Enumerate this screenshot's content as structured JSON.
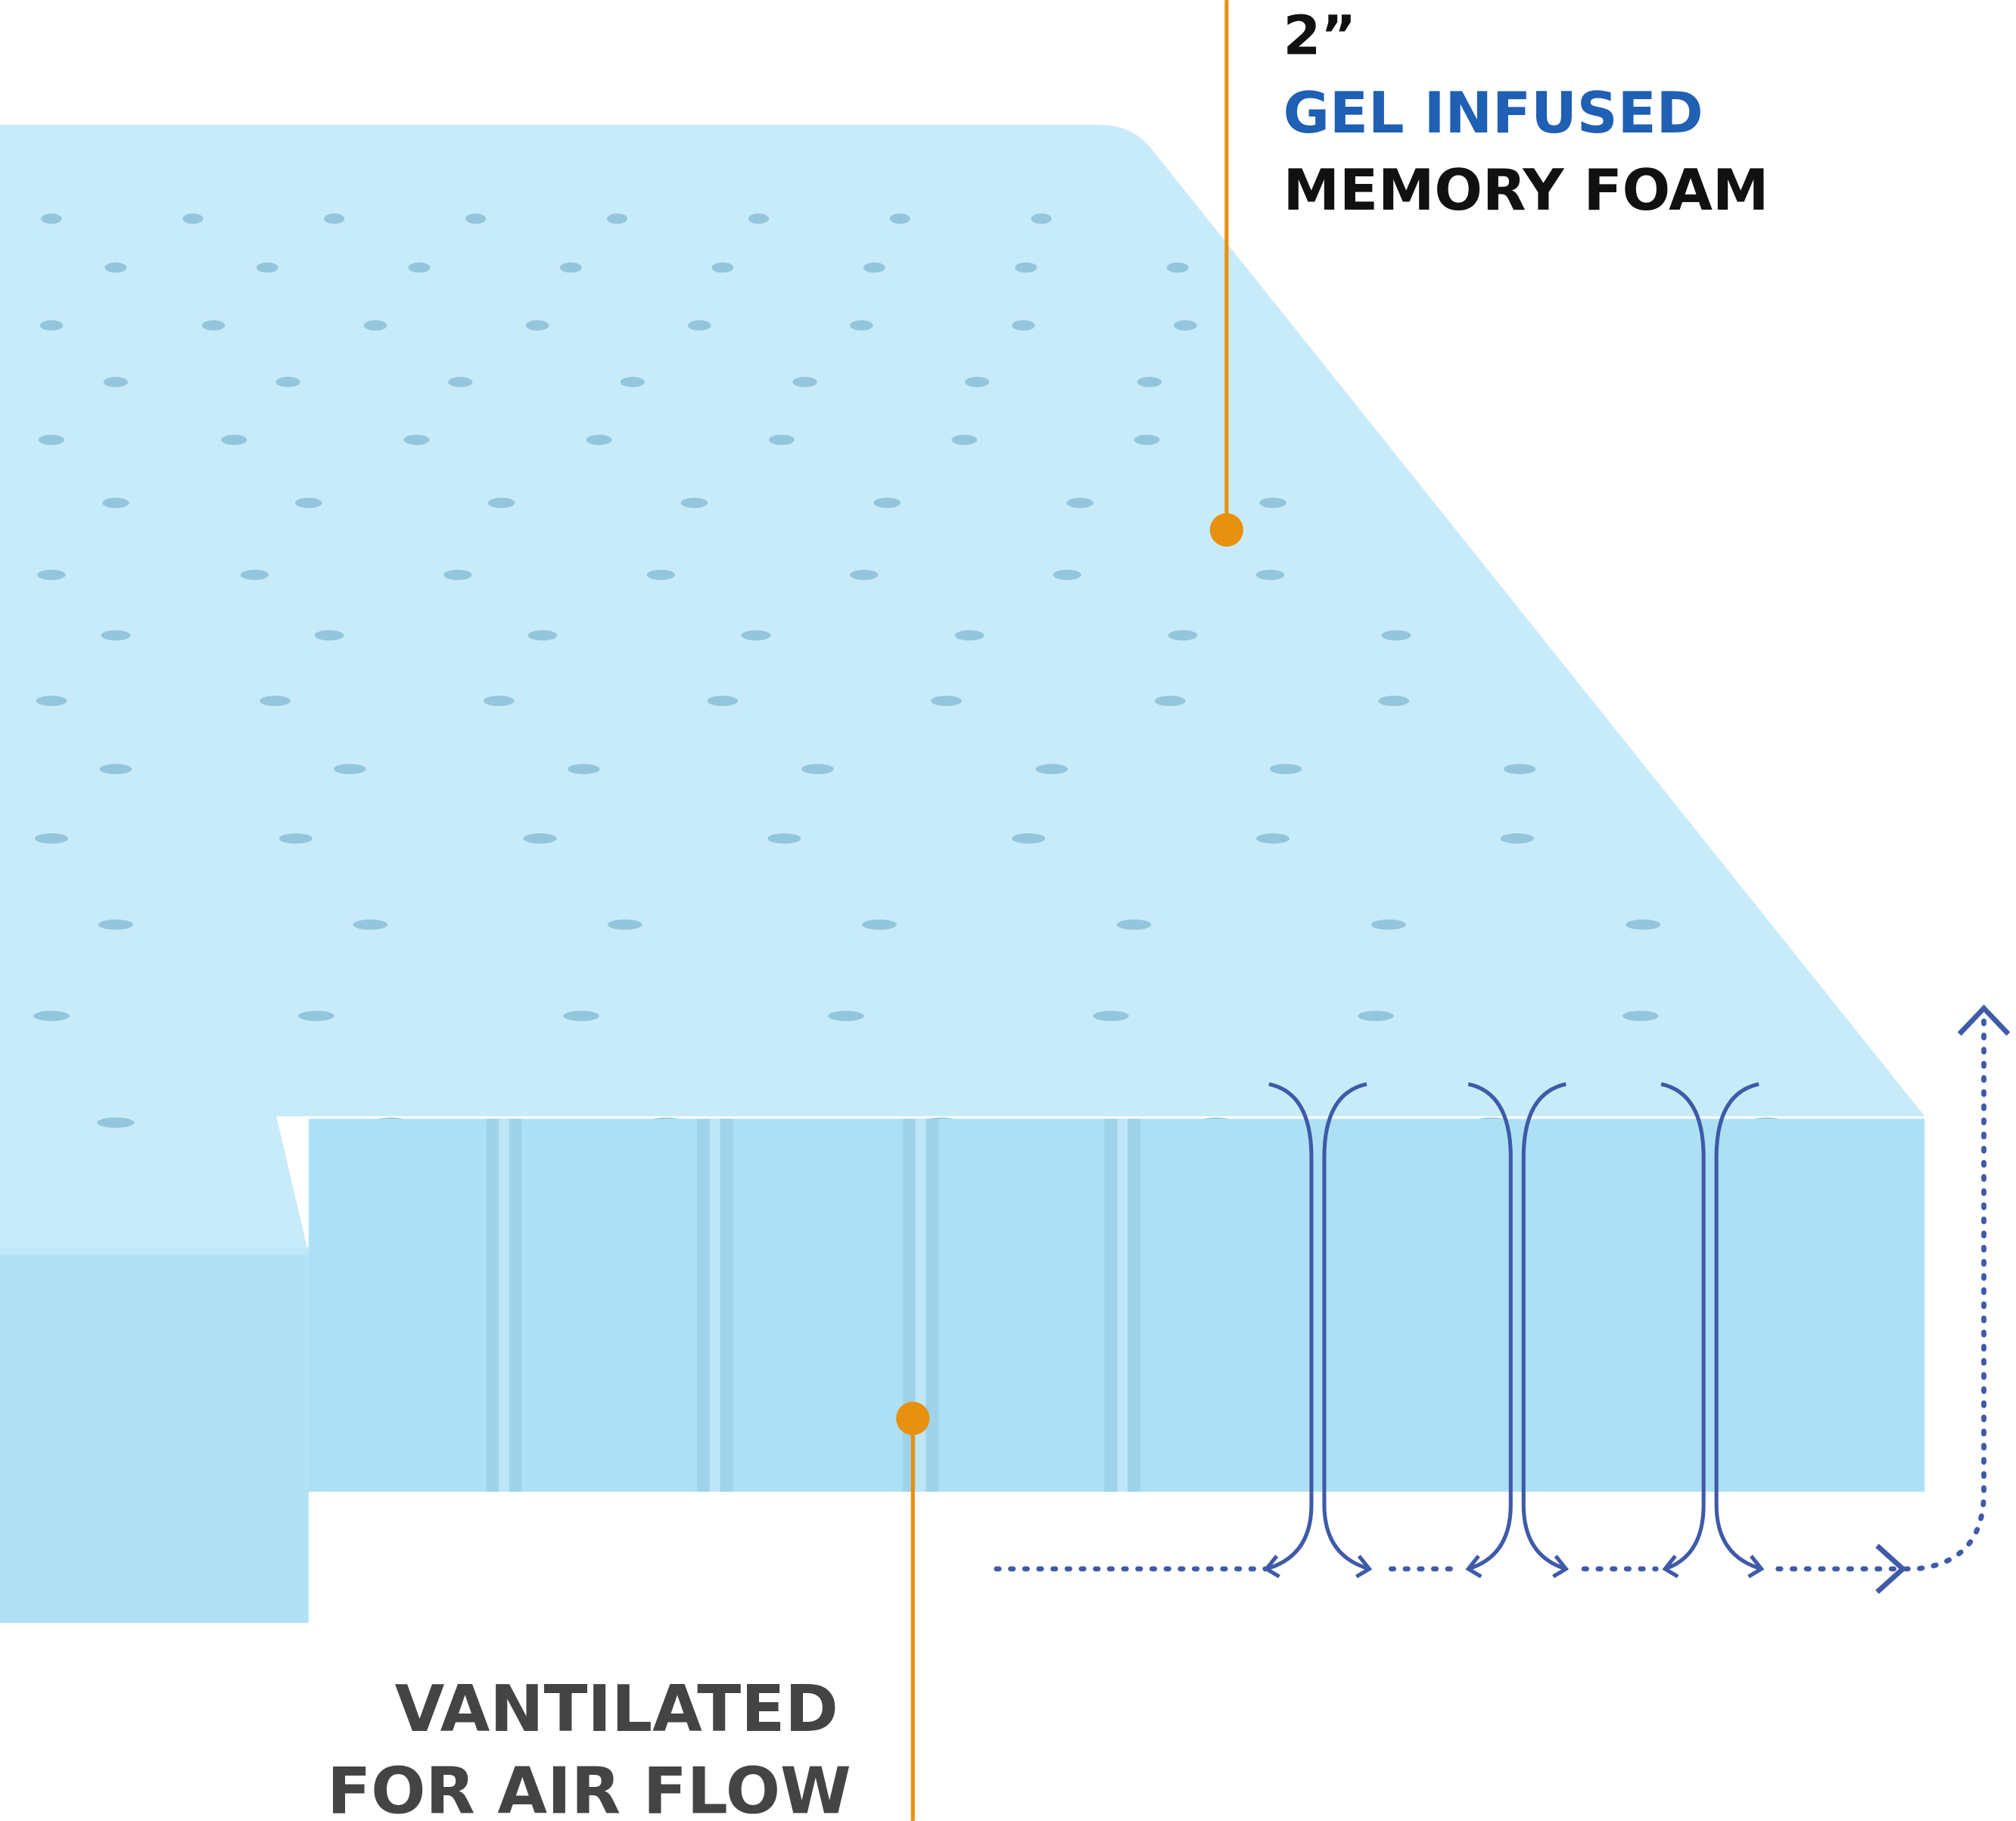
{
  "top_label": {
    "thickness": "2”",
    "line1": "GEL INFUSED",
    "line2": "MEMORY FOAM"
  },
  "bottom_label": {
    "line1": "VANTILATED",
    "line2": "FOR AIR FLOW"
  },
  "colors": {
    "foam_top": "#c8ebfa",
    "foam_front": "#ade0f4",
    "callout": "#e8900f",
    "accent_blue": "#1f5fb4",
    "airflow": "#3f5aa8",
    "text_dark": "#111111",
    "text_gray": "#444444"
  },
  "icons": [
    "callout-dot",
    "airflow-arrow"
  ]
}
